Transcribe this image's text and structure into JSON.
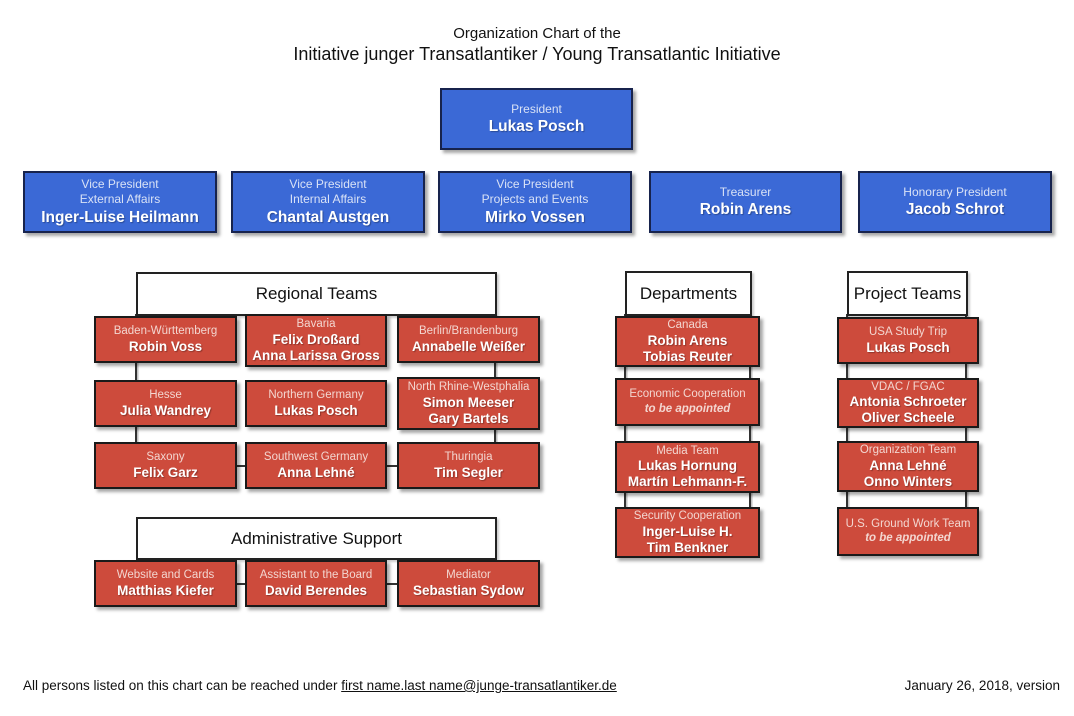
{
  "title": {
    "line1": "Organization Chart of the",
    "line2": "Initiative junger Transatlantiker / Young Transatlantic Initiative"
  },
  "colors": {
    "executive_box_blue": "#3b69d6",
    "team_box_red": "#cd4b3c",
    "connector_line": "#333333"
  },
  "executive": {
    "president": {
      "role": "President",
      "name": "Lukas Posch"
    },
    "officers": [
      {
        "role1": "Vice President",
        "role2": "External Affairs",
        "name": "Inger-Luise Heilmann"
      },
      {
        "role1": "Vice President",
        "role2": "Internal Affairs",
        "name": "Chantal Austgen"
      },
      {
        "role1": "Vice President",
        "role2": "Projects and Events",
        "name": "Mirko Vossen"
      },
      {
        "role1": "Treasurer",
        "role2": "",
        "name": "Robin Arens"
      },
      {
        "role1": "Honorary President",
        "role2": "",
        "name": "Jacob Schrot"
      }
    ]
  },
  "regional": {
    "header": "Regional Teams",
    "boxes": [
      {
        "title": "Baden-Württemberg",
        "name1": "Robin Voss",
        "name2": ""
      },
      {
        "title": "Bavaria",
        "name1": "Felix Droßard",
        "name2": "Anna Larissa Gross"
      },
      {
        "title": "Berlin/Brandenburg",
        "name1": "Annabelle Weißer",
        "name2": ""
      },
      {
        "title": "Hesse",
        "name1": "Julia Wandrey",
        "name2": ""
      },
      {
        "title": "Northern Germany",
        "name1": "Lukas Posch",
        "name2": ""
      },
      {
        "title": "North Rhine-Westphalia",
        "name1": "Simon Meeser",
        "name2": "Gary Bartels"
      },
      {
        "title": "Saxony",
        "name1": "Felix Garz",
        "name2": ""
      },
      {
        "title": "Southwest Germany",
        "name1": "Anna Lehné",
        "name2": ""
      },
      {
        "title": "Thuringia",
        "name1": "Tim Segler",
        "name2": ""
      }
    ]
  },
  "admin": {
    "header": "Administrative Support",
    "boxes": [
      {
        "title": "Website and Cards",
        "name1": "Matthias Kiefer"
      },
      {
        "title": "Assistant to the Board",
        "name1": "David Berendes"
      },
      {
        "title": "Mediator",
        "name1": "Sebastian Sydow"
      }
    ]
  },
  "departments": {
    "header": "Departments",
    "boxes": [
      {
        "title": "Canada",
        "name1": "Robin Arens",
        "name2": "Tobias Reuter"
      },
      {
        "title": "Economic Cooperation",
        "note": "to be appointed"
      },
      {
        "title": "Media Team",
        "name1": "Lukas Hornung",
        "name2": "Martín Lehmann-F."
      },
      {
        "title": "Security Cooperation",
        "name1": "Inger-Luise H.",
        "name2": "Tim Benkner"
      }
    ]
  },
  "projects": {
    "header": "Project Teams",
    "boxes": [
      {
        "title": "USA Study Trip",
        "name1": "Lukas Posch",
        "name2": ""
      },
      {
        "title": "VDAC / FGAC",
        "name1": "Antonia Schroeter",
        "name2": "Oliver Scheele"
      },
      {
        "title": "Organization Team",
        "name1": "Anna Lehné",
        "name2": "Onno Winters"
      },
      {
        "title": "U.S. Ground Work Team",
        "note": "to be appointed"
      }
    ]
  },
  "footer": {
    "prefix": "All persons listed on this chart can be reached under ",
    "email": "first name.last name@junge-transatlantiker.de",
    "date": "January 26, 2018, version"
  }
}
